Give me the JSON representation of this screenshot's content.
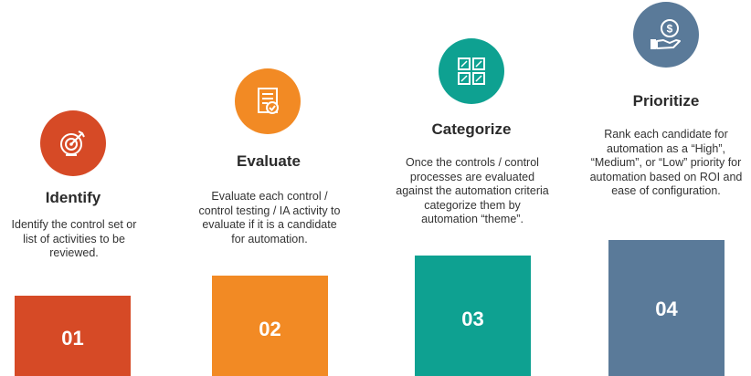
{
  "steps": [
    {
      "number": "01",
      "title": "Identify",
      "description": "Identify the control set or list of activities to be reviewed.",
      "color": "#d64a26",
      "icon": "target-icon"
    },
    {
      "number": "02",
      "title": "Evaluate",
      "description": "Evaluate each control / control testing / IA activity to evaluate if it is a candidate for automation.",
      "color": "#f28a24",
      "icon": "checklist-icon"
    },
    {
      "number": "03",
      "title": "Categorize",
      "description": "Once the controls / control processes are evaluated against the automation criteria categorize them by automation “theme”.",
      "color": "#0ea191",
      "icon": "grid-icon"
    },
    {
      "number": "04",
      "title": "Prioritize",
      "description": "Rank each candidate for automation as a “High”, “Medium”, or “Low” priority for automation based on ROI and ease of configuration.",
      "color": "#5a7a99",
      "icon": "money-hand-icon"
    }
  ]
}
